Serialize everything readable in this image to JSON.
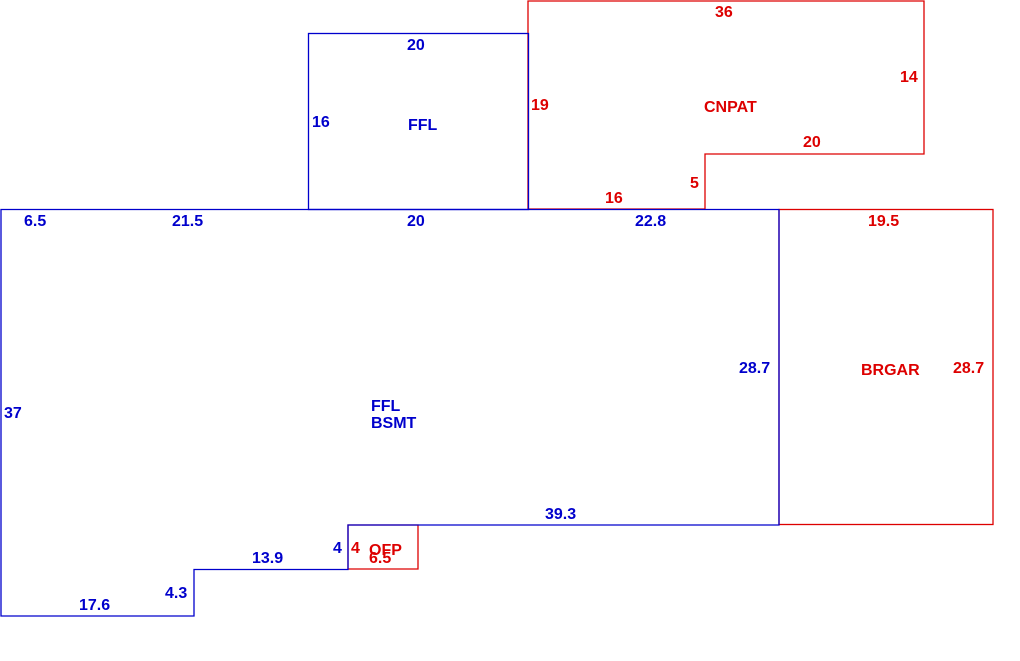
{
  "colors": {
    "house": "#0000cc",
    "addition": "#dd0000",
    "background": "#ffffff"
  },
  "areas": {
    "ffl_upper": {
      "label": "FFL",
      "top": "20",
      "left": "16"
    },
    "cnpat": {
      "label": "CNPAT",
      "top": "36",
      "right": "14",
      "left": "19",
      "step_top": "20",
      "step_side": "5",
      "bottom": "16"
    },
    "main": {
      "label_line1": "FFL",
      "label_line2": "BSMT",
      "top_a": "6.5",
      "top_b": "21.5",
      "top_c": "20",
      "top_d": "22.8",
      "right": "28.7",
      "bottom_right": "39.3",
      "left": "37",
      "step_bottom_left": "17.6",
      "step_side_a": "4.3",
      "step_mid": "13.9",
      "step_side_b": "4"
    },
    "brgar": {
      "label": "BRGAR",
      "top": "19.5",
      "right": "28.7"
    },
    "ofp": {
      "label": "OFP",
      "side": "4",
      "bottom": "6.5"
    }
  }
}
